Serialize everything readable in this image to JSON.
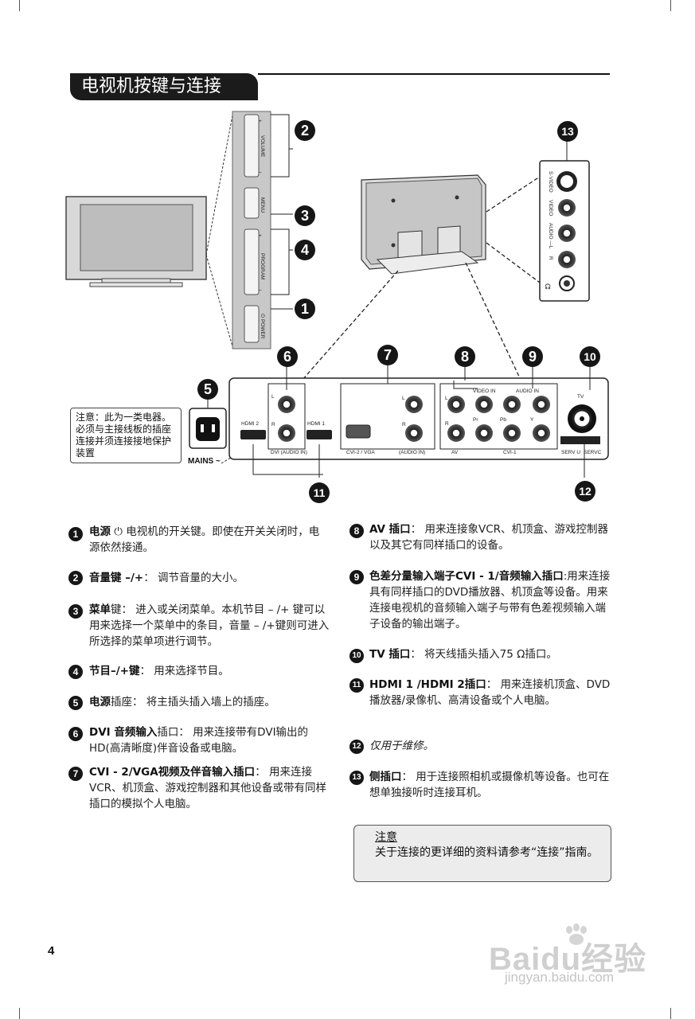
{
  "header": {
    "title": "电视机按键与连接"
  },
  "side_buttons": {
    "volume": "VOLUME",
    "plus": "+",
    "minus": "–",
    "menu": "MENU",
    "program": "PROGRAM",
    "power": "⏻ POWER"
  },
  "callouts": [
    "1",
    "2",
    "3",
    "4",
    "5",
    "6",
    "7",
    "8",
    "9",
    "10",
    "11",
    "12",
    "13"
  ],
  "side_panel_labels": {
    "svideo": "S·VIDEO",
    "video": "VIDEO",
    "audio": "AUDIO —L",
    "audio_r": "R",
    "headphone": "🎧"
  },
  "rear_panel_labels": {
    "hdmi2": "HDMI 2",
    "hdmi1": "HDMI 1",
    "dvi": "DVI (AUDIO IN)",
    "l": "L",
    "r": "R",
    "cvi2_vga": "CVI-2 / VGA",
    "audio_in": "(AUDIO IN)",
    "av": "AV",
    "cvi1": "CVI-1",
    "video_in": "VIDEO IN",
    "audio_in_top": "AUDIO IN",
    "pr": "Pr",
    "pb": "Pb",
    "y": "Y",
    "tv": "TV",
    "serv_u": "SERV U",
    "servc": "SERVC"
  },
  "mains": {
    "label": "MAINS ~"
  },
  "side_note": "注意：此为一类电器。必须与主接线板的插座连接并须连接接地保护装置",
  "items_left": [
    {
      "num": "1",
      "title": "电源",
      "icon": "⏻",
      "text": " 电视机的开关键。即使在开关关闭时，电源依然接通。"
    },
    {
      "num": "2",
      "title": "音量键 –/+",
      "text": "：  调节音量的大小。"
    },
    {
      "num": "3",
      "title": "菜单",
      "text": "键：  进入或关闭菜单。本机节目 – /+ 键可以用来选择一个菜单中的条目，音量 – /+键则可进入所选择的菜单项进行调节。"
    },
    {
      "num": "4",
      "title": "节目–/+键",
      "text": "：  用来选择节目。"
    },
    {
      "num": "5",
      "title": "电源",
      "text": "插座：  将主插头插入墙上的插座。"
    },
    {
      "num": "6",
      "title": "DVI 音频输入",
      "text": "插口：  用来连接带有DVI输出的HD(高清晰度)伴音设备或电脑。"
    },
    {
      "num": "7",
      "title": "CVI - 2/VGA",
      "title2": "视频及伴音输入插口",
      "text": "：  用来连接VCR、机顶盒、游戏控制器和其他设备或带有同样插口的模拟个人电脑。"
    }
  ],
  "items_right": [
    {
      "num": "8",
      "title": "AV 插口",
      "text": "：  用来连接象VCR、机顶盒、游戏控制器以及其它有同样插口的设备。"
    },
    {
      "num": "9",
      "title": "色差分量输入端子CVI - 1",
      "title2": "/音频输入插口",
      "text": ":用来连接具有同样插口的DVD播放器、机顶盒等设备。用来连接电视机的音频输入端子与带有色差视频输入端子设备的输出端子。"
    },
    {
      "num": "10",
      "title": "TV 插口",
      "text": "：  将天线插头插入75 Ω插口。"
    },
    {
      "num": "11",
      "title": "HDMI 1 /HDMI 2",
      "title2": "插口",
      "text": "：  用来连接机顶盒、DVD播放器/录像机、高清设备或个人电脑。"
    },
    {
      "num": "12",
      "text": "仅用于维修。"
    },
    {
      "num": "13",
      "title": "侧插口",
      "text": "：  用于连接照相机或摄像机等设备。也可在想单独接听时连接耳机。"
    }
  ],
  "note": {
    "heading": "注意",
    "text": "关于连接的更详细的资料请参考“连接”指南。"
  },
  "page_number": "4",
  "watermark": {
    "brand": "Baidu经验",
    "url": "jingyan.baidu.com"
  }
}
